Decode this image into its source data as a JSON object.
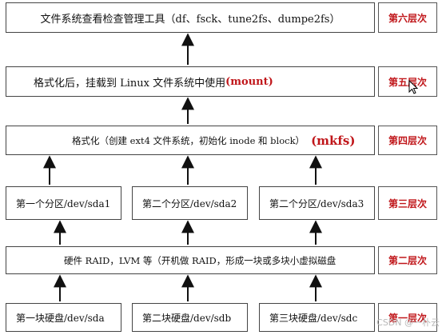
{
  "layers": {
    "l6": {
      "text": "文件系统查看检查管理工具（df、fsck、tune2fs、dumpe2fs）",
      "badge": "第六层次"
    },
    "l5": {
      "text": "格式化后，挂载到 Linux 文件系统中使用",
      "highlight": "(mount)",
      "badge": "第五层次"
    },
    "l4": {
      "text": "格式化（创建 ext4 文件系统，初始化 inode 和 block）",
      "highlight": "(mkfs)",
      "badge": "第四层次"
    },
    "l3": {
      "partitions": [
        "第一个分区/dev/sda1",
        "第二个分区/dev/sda2",
        "第二个分区/dev/sda3"
      ],
      "badge": "第三层次"
    },
    "l2": {
      "text": "硬件 RAID，LVM 等（开机做 RAID，形成一块或多块小虚拟磁盘",
      "badge": "第二层次"
    },
    "l1": {
      "disks": [
        "第一块硬盘/dev/sda",
        "第二块硬盘/dev/sdb",
        "第三块硬盘/dev/sdc"
      ],
      "badge": "第一层次"
    }
  },
  "watermark": "CSDN @一朴云",
  "colors": {
    "accent": "#c0161a",
    "border": "#444444"
  }
}
